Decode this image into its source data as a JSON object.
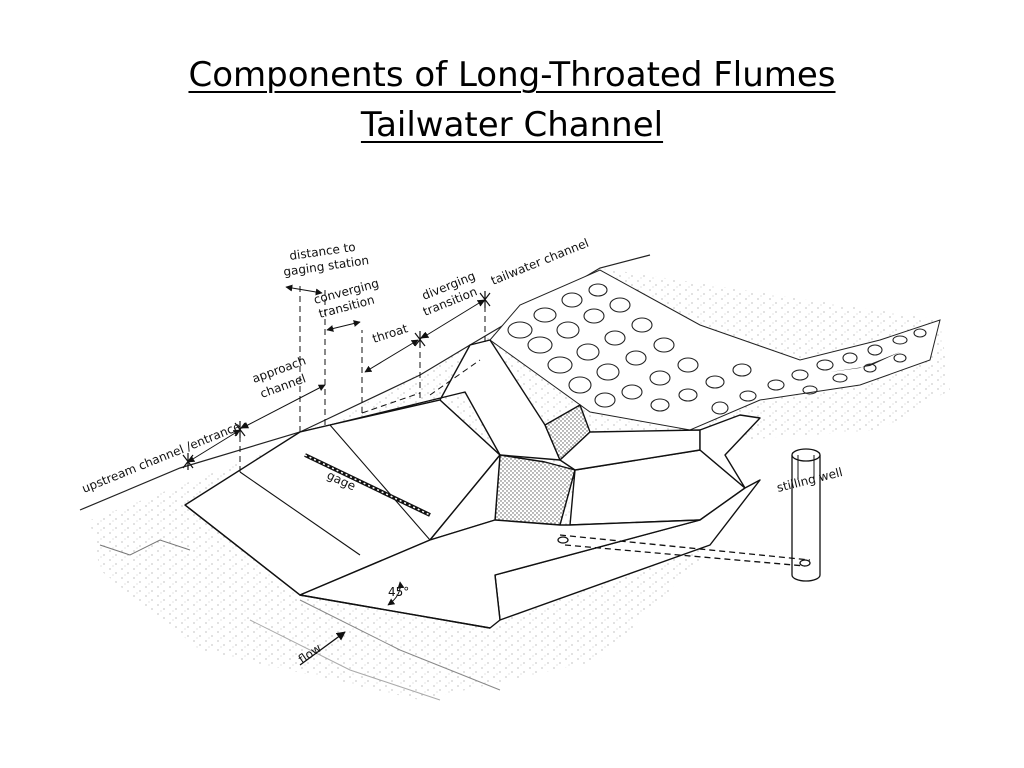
{
  "slide": {
    "title_line1": "Components of Long-Throated Flumes",
    "title_line2": "Tailwater Channel"
  },
  "diagram": {
    "labels": {
      "distance_to": "distance to",
      "gaging_station": "gaging station",
      "converging": "converging",
      "transition": "transition",
      "approach": "approach",
      "channel": "channel",
      "throat": "throat",
      "diverging": "diverging",
      "tailwater_channel": "tailwater channel",
      "upstream_channel_entrance": "upstream channel /entrance",
      "gage": "gage",
      "stilling_well": "stilling well",
      "angle": "45°",
      "flow": "flow"
    }
  }
}
